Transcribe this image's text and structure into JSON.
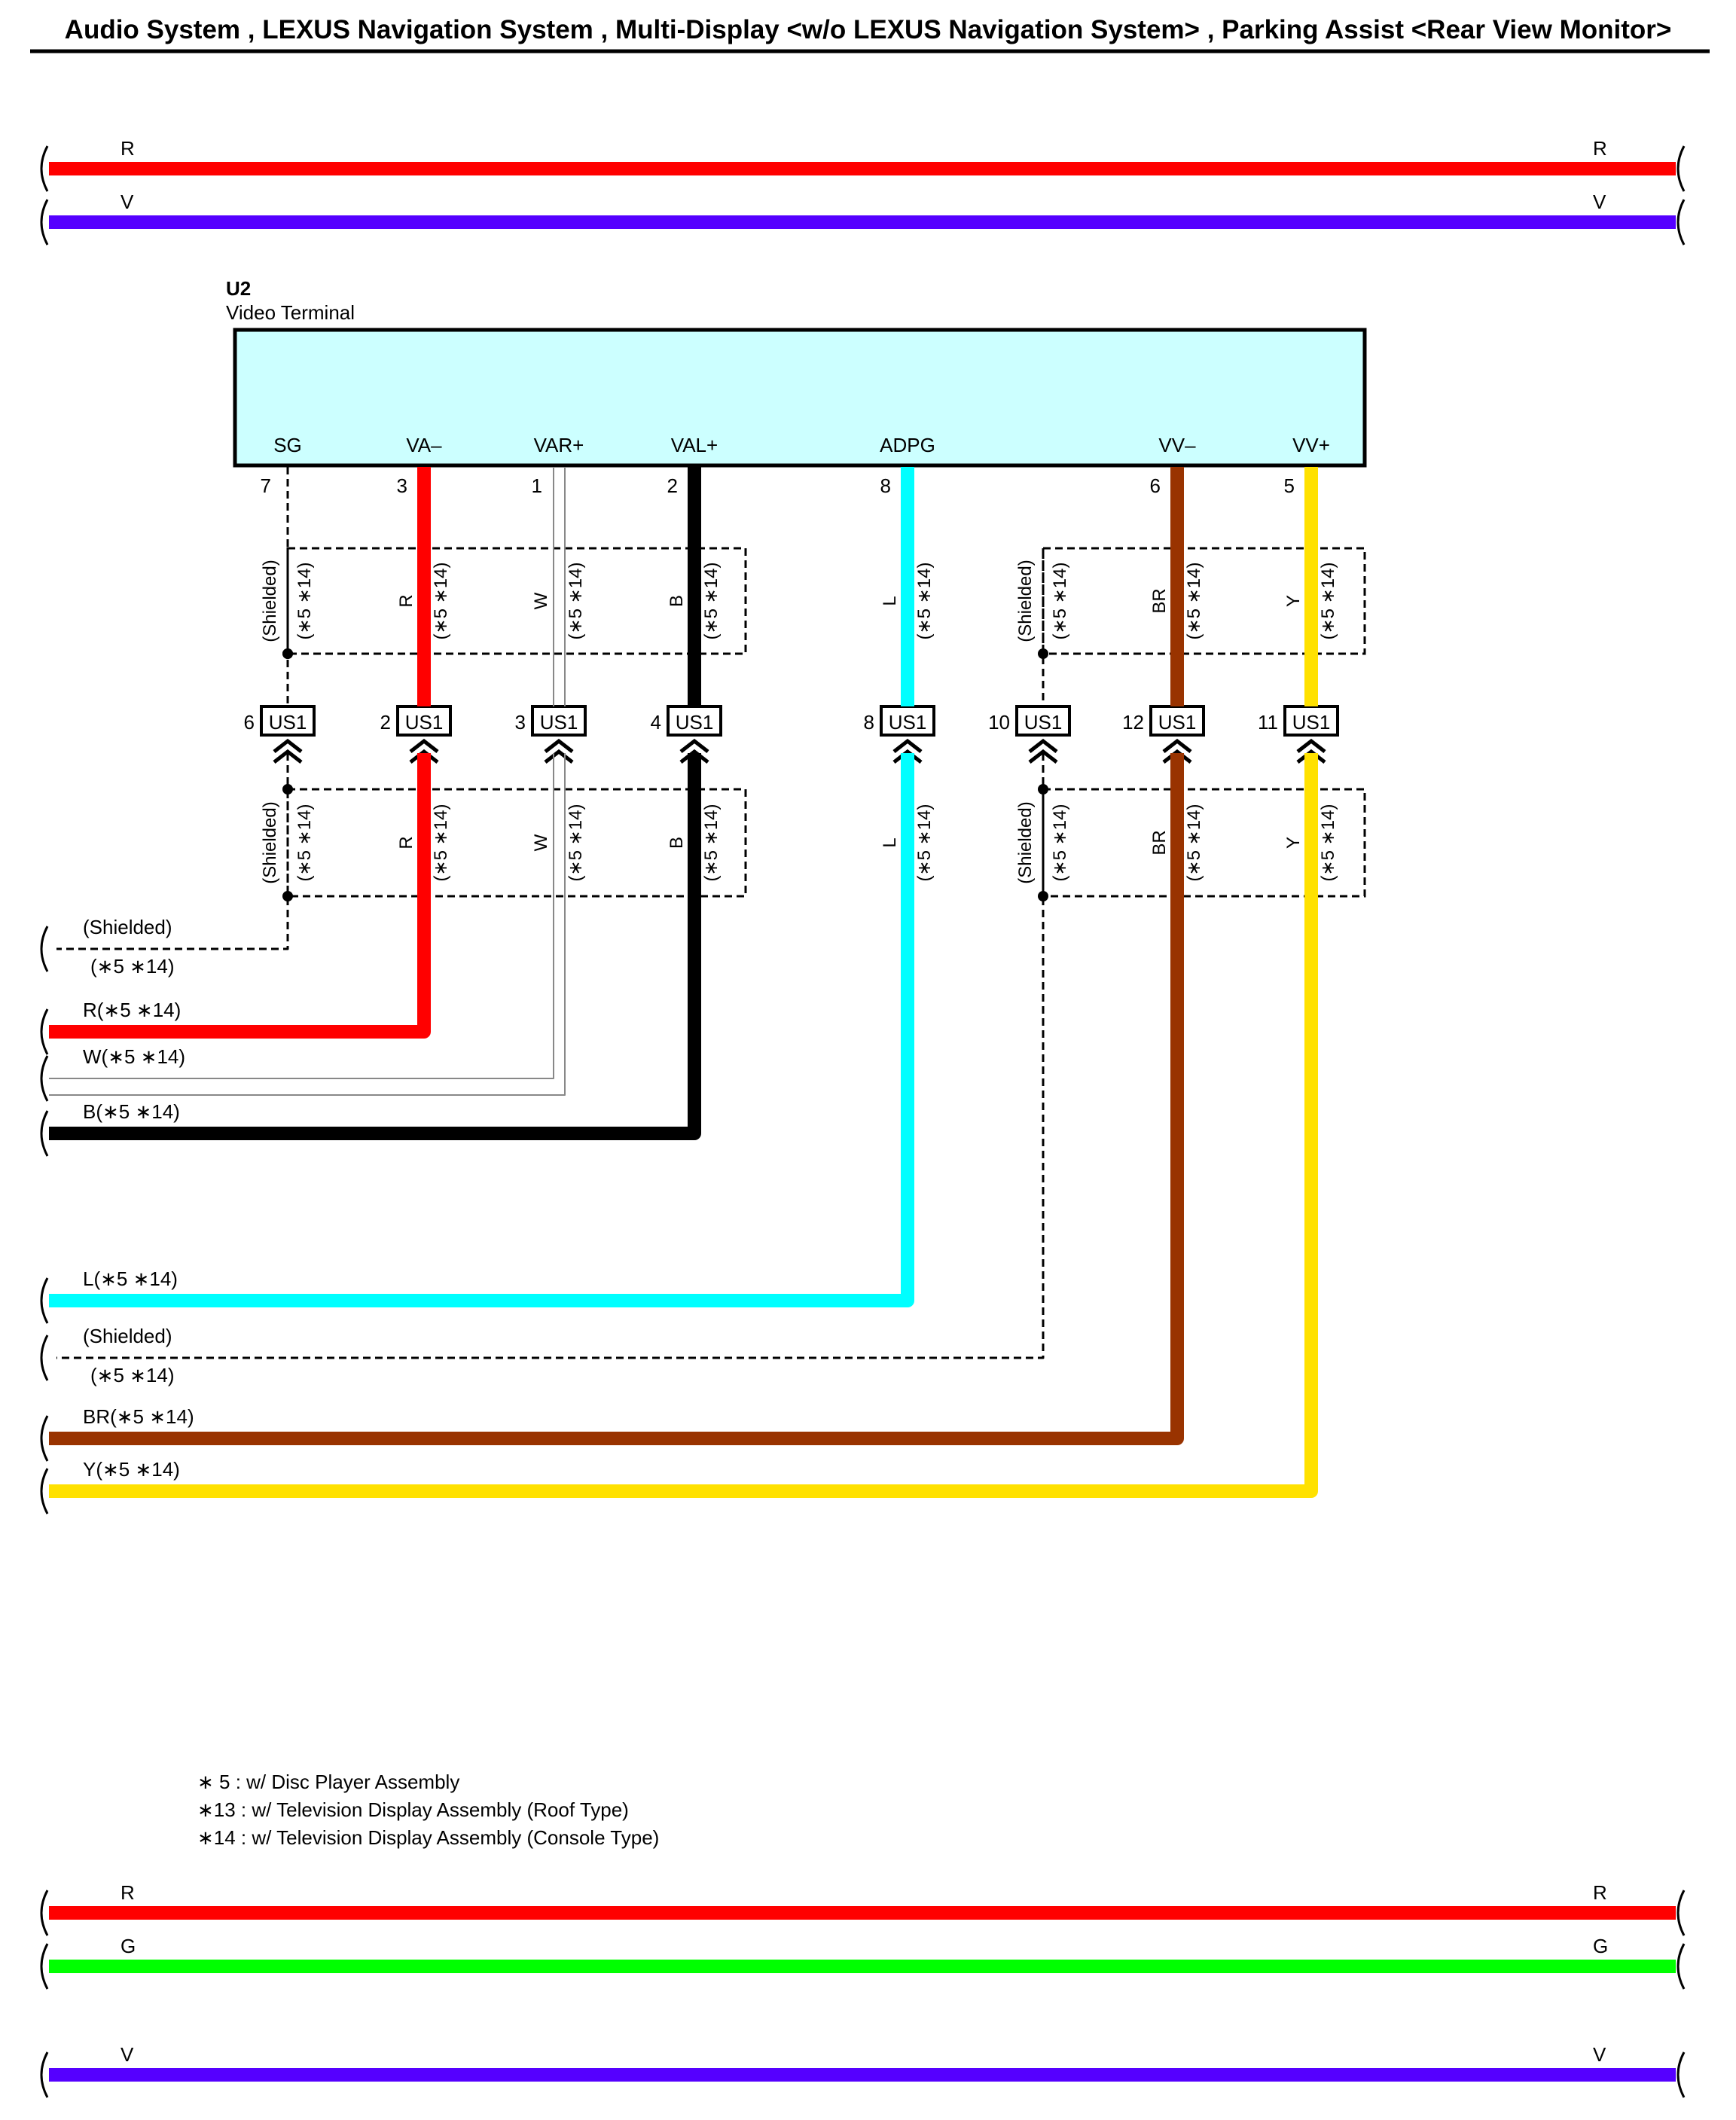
{
  "page": {
    "title": "Audio System , LEXUS Navigation System , Multi-Display <w/o LEXUS Navigation System> , Parking Assist <Rear View Monitor>"
  },
  "colors": {
    "R": "#ff0000",
    "V": "#5500ff",
    "G": "#00ff00",
    "B": "#000000",
    "L": "#00ffff",
    "BR": "#993300",
    "Y": "#ffe100",
    "W": "#888888",
    "component_fill": "#ccffff"
  },
  "top_wires": [
    {
      "left_label": "R",
      "right_label": "R",
      "color": "R"
    },
    {
      "left_label": "V",
      "right_label": "V",
      "color": "V"
    }
  ],
  "bottom_wires": [
    {
      "left_label": "R",
      "right_label": "R",
      "color": "R"
    },
    {
      "left_label": "G",
      "right_label": "G",
      "color": "G"
    },
    {
      "left_label": "V",
      "right_label": "V",
      "color": "V"
    }
  ],
  "component": {
    "code": "U2",
    "name": "Video Terminal",
    "pins": [
      {
        "name": "SG",
        "number": "7",
        "wire_color": "Shielded",
        "connector_pin": "6",
        "connector": "US1"
      },
      {
        "name": "VA–",
        "number": "3",
        "wire_color": "R",
        "connector_pin": "2",
        "connector": "US1"
      },
      {
        "name": "VAR+",
        "number": "1",
        "wire_color": "W",
        "connector_pin": "3",
        "connector": "US1"
      },
      {
        "name": "VAL+",
        "number": "2",
        "wire_color": "B",
        "connector_pin": "4",
        "connector": "US1"
      },
      {
        "name": "ADPG",
        "number": "8",
        "wire_color": "L",
        "connector_pin": "8",
        "connector": "US1"
      },
      {
        "name": "",
        "number": "",
        "wire_color": "Shielded",
        "connector_pin": "10",
        "connector": "US1"
      },
      {
        "name": "VV–",
        "number": "6",
        "wire_color": "BR",
        "connector_pin": "12",
        "connector": "US1"
      },
      {
        "name": "VV+",
        "number": "5",
        "wire_color": "Y",
        "connector_pin": "11",
        "connector": "US1"
      }
    ]
  },
  "wire_texts": {
    "shielded": "(Shielded)",
    "condition": "(∗5 ∗14)"
  },
  "left_outputs": [
    {
      "label": "(Shielded)",
      "sublabel": "(∗5 ∗14)"
    },
    {
      "label": "R(∗5 ∗14)"
    },
    {
      "label": "W(∗5 ∗14)"
    },
    {
      "label": "B(∗5 ∗14)"
    },
    {
      "label": "L(∗5 ∗14)"
    },
    {
      "label": "(Shielded)",
      "sublabel": "(∗5 ∗14)"
    },
    {
      "label": "BR(∗5 ∗14)"
    },
    {
      "label": "Y(∗5 ∗14)"
    }
  ],
  "notes": [
    "∗ 5 : w/ Disc Player Assembly",
    "∗13 : w/ Television Display Assembly (Roof Type)",
    "∗14 : w/ Television Display Assembly (Console Type)"
  ]
}
